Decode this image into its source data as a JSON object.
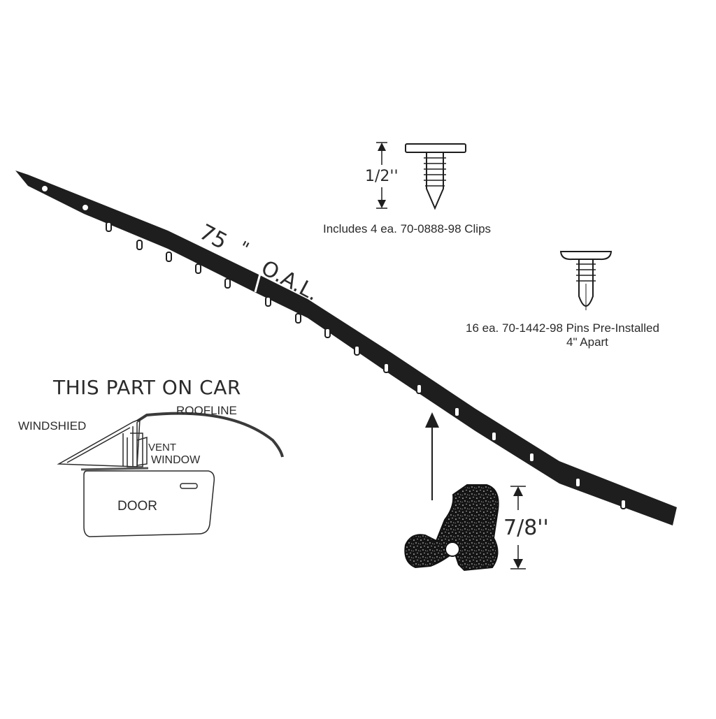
{
  "strip": {
    "length_value": "75",
    "length_unit": "\"",
    "length_suffix": "O.A.L."
  },
  "clip": {
    "dimension": "1/2''",
    "caption": "Includes  4  ea.  70-0888-98  Clips"
  },
  "pin": {
    "caption_line1": "16  ea.  70-1442-98  Pins  Pre-Installed",
    "caption_line2": "4\"  Apart"
  },
  "profile": {
    "dimension": "7/8''"
  },
  "car_view": {
    "title": "THIS  PART  ON  CAR",
    "windshield_label": "WINDSHIED",
    "roofline_label": "ROOFLINE",
    "vent_label_line1": "VENT",
    "vent_label_line2": "WINDOW",
    "door_label": "DOOR"
  },
  "colors": {
    "ink": "#1e1e1e",
    "text": "#2b2b2b",
    "background": "#ffffff"
  }
}
